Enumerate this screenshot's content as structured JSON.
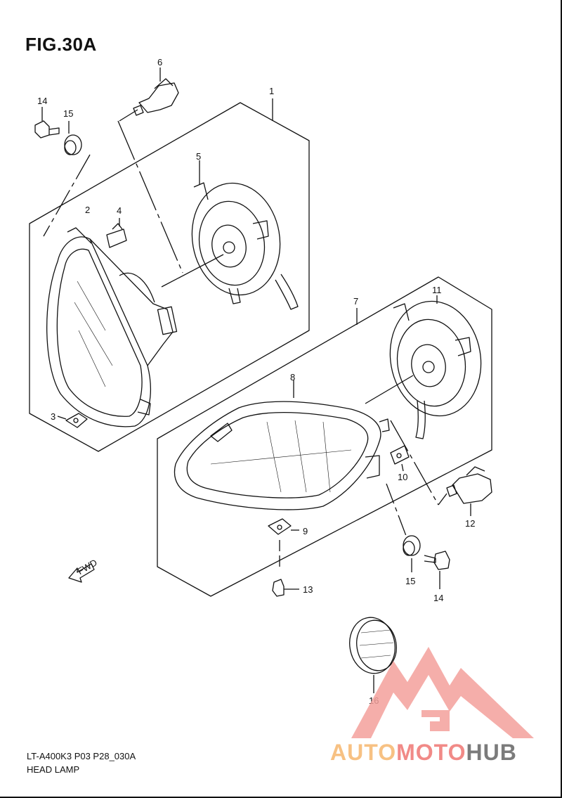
{
  "figure": {
    "title": "FIG.30A",
    "model_code": "LT-A400K3 P03 P28_030A",
    "name": "HEAD LAMP"
  },
  "callouts": [
    {
      "id": "1",
      "label": "1"
    },
    {
      "id": "2",
      "label": "2"
    },
    {
      "id": "3",
      "label": "3"
    },
    {
      "id": "4",
      "label": "4"
    },
    {
      "id": "5",
      "label": "5"
    },
    {
      "id": "6",
      "label": "6"
    },
    {
      "id": "7",
      "label": "7"
    },
    {
      "id": "8",
      "label": "8"
    },
    {
      "id": "9",
      "label": "9"
    },
    {
      "id": "10",
      "label": "10"
    },
    {
      "id": "11",
      "label": "11"
    },
    {
      "id": "12",
      "label": "12"
    },
    {
      "id": "13",
      "label": "13"
    },
    {
      "id": "14a",
      "label": "14"
    },
    {
      "id": "14b",
      "label": "14"
    },
    {
      "id": "15a",
      "label": "15"
    },
    {
      "id": "15b",
      "label": "15"
    },
    {
      "id": "16",
      "label": "16"
    }
  ],
  "fwd_arrow": {
    "label": "FWD"
  },
  "watermark": {
    "part_a": "AUTO",
    "part_b": "MOTO",
    "part_c": "HUB",
    "colors": {
      "auto": "#f7c183",
      "moto": "#f18a87",
      "hub": "#7b7b7b",
      "logo": "#f4a19c"
    }
  }
}
